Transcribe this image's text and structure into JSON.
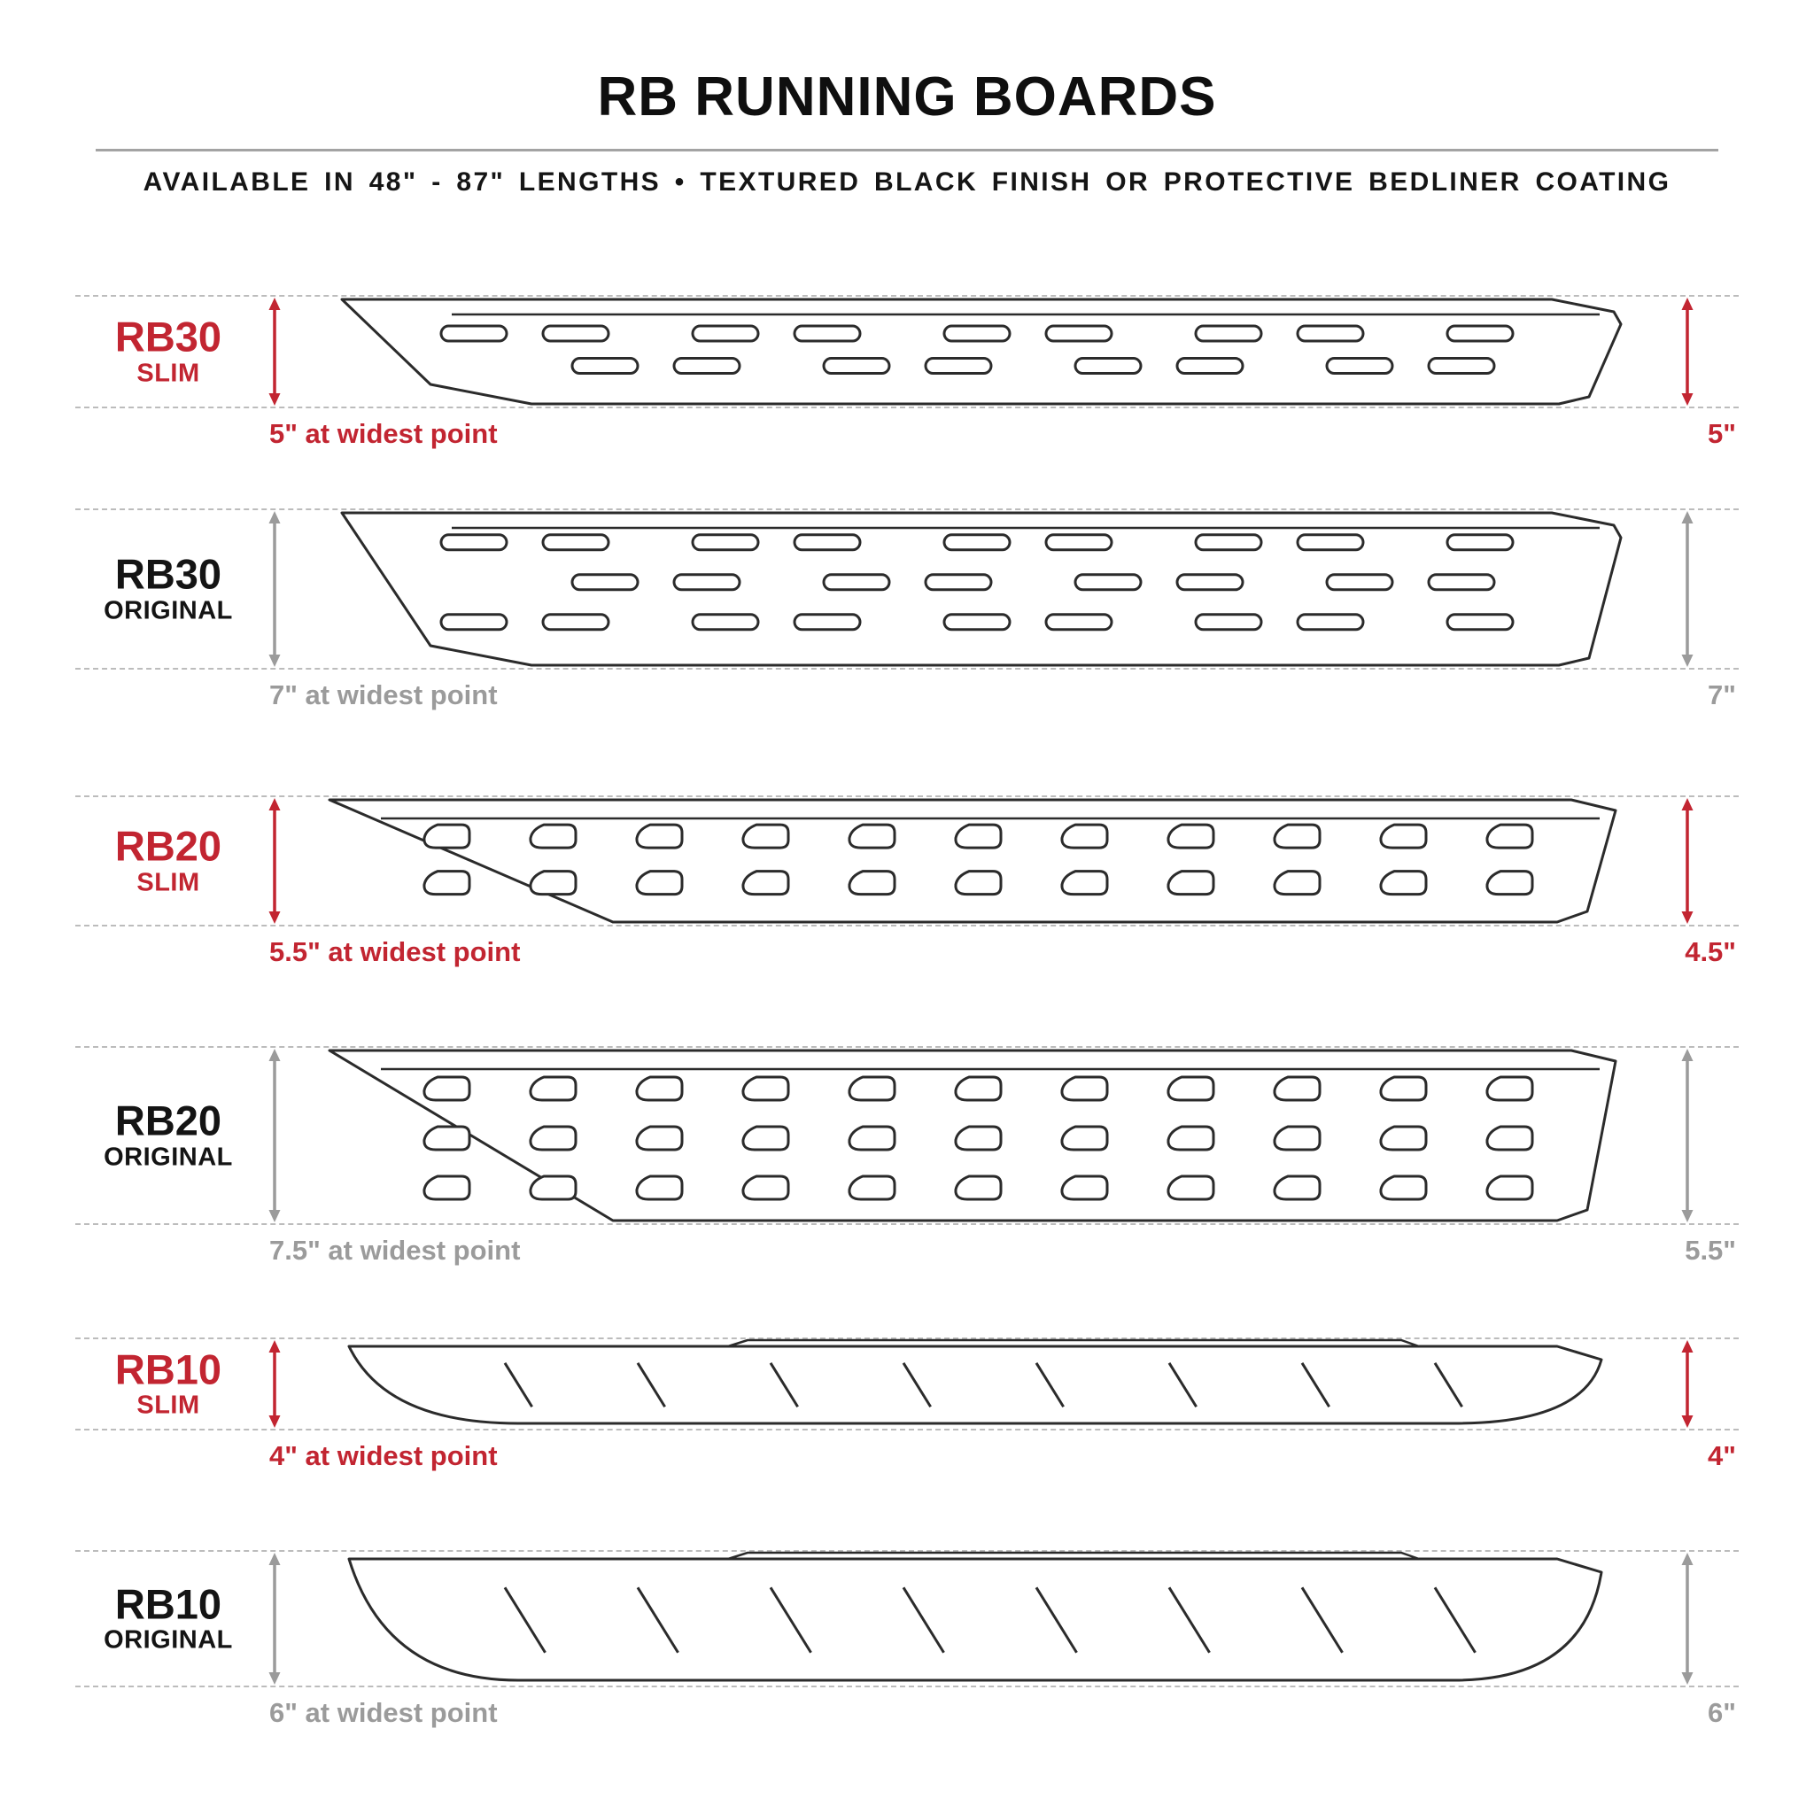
{
  "header": {
    "title": "RB RUNNING BOARDS",
    "subtitle": "AVAILABLE IN 48\" - 87\" LENGTHS  •  TEXTURED BLACK FINISH OR PROTECTIVE BEDLINER COATING"
  },
  "colors": {
    "accent_red": "#c22531",
    "text_black": "#141414",
    "note_gray": "#9b9b9b",
    "line_color": "#2b2b2b",
    "dash_gray": "#bcbcbc"
  },
  "rows": [
    {
      "model": "RB30",
      "variant": "SLIM",
      "width_note": "5\" at widest point",
      "height_note": "5\"",
      "board": {
        "family": "RB30",
        "holes": "pill",
        "hole_rows": 2
      }
    },
    {
      "model": "RB30",
      "variant": "ORIGINAL",
      "width_note": "7\" at widest point",
      "height_note": "7\"",
      "board": {
        "family": "RB30",
        "holes": "pill",
        "hole_rows": 3
      }
    },
    {
      "model": "RB20",
      "variant": "SLIM",
      "width_note": "5.5\" at widest point",
      "height_note": "4.5\"",
      "board": {
        "family": "RB20",
        "holes": "scoop",
        "hole_rows": 2
      }
    },
    {
      "model": "RB20",
      "variant": "ORIGINAL",
      "width_note": "7.5\" at widest point",
      "height_note": "5.5\"",
      "board": {
        "family": "RB20",
        "holes": "scoop",
        "hole_rows": 3
      }
    },
    {
      "model": "RB10",
      "variant": "SLIM",
      "width_note": "4\" at widest point",
      "height_note": "4\"",
      "board": {
        "family": "RB10",
        "holes": "slash",
        "hole_rows": 1
      }
    },
    {
      "model": "RB10",
      "variant": "ORIGINAL",
      "width_note": "6\" at widest point",
      "height_note": "6\"",
      "board": {
        "family": "RB10",
        "holes": "slash",
        "hole_rows": 1
      }
    }
  ]
}
